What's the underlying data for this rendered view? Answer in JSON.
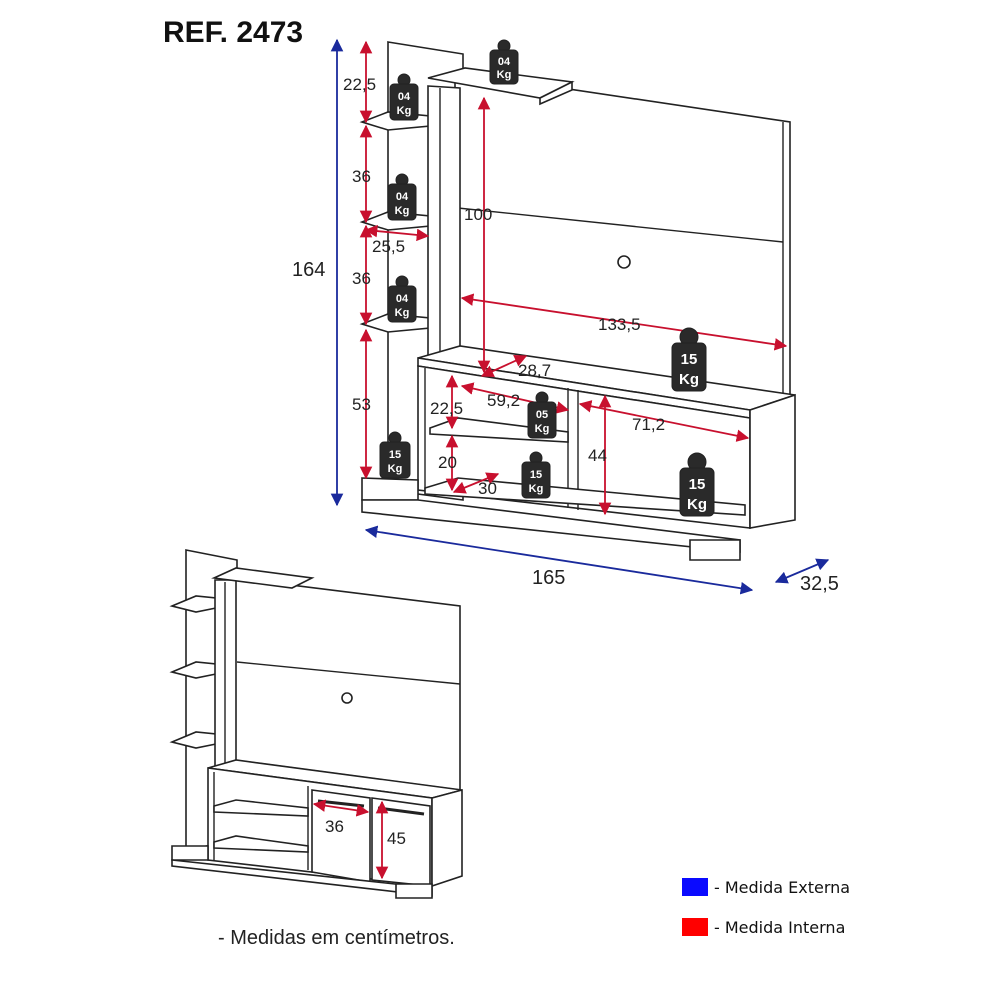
{
  "title": "REF. 2473",
  "colors": {
    "external": "#1a2a9c",
    "internal": "#c8102e",
    "legend_external": "#0a0aff",
    "legend_internal": "#ff0000"
  },
  "external_dimensions": {
    "height": "164",
    "width": "165",
    "depth": "32,5"
  },
  "internal_dimensions": {
    "left_shelf_1": "22,5",
    "left_shelf_2": "36",
    "left_shelf_3": "36",
    "left_bottom": "53",
    "left_shelf_depth": "25,5",
    "panel_height": "100",
    "panel_width": "133,5",
    "rack_depth": "28,7",
    "niche_width": "59,2",
    "niche_top": "22,5",
    "niche_bottom": "20",
    "niche_depth": "30",
    "door_height": "44",
    "door_width": "71,2",
    "door_open_width": "36",
    "door_open_height": "45"
  },
  "weights": {
    "top_shelf": {
      "value": "04",
      "unit": "Kg"
    },
    "left_shelf_1": {
      "value": "04",
      "unit": "Kg"
    },
    "left_shelf_2": {
      "value": "04",
      "unit": "Kg"
    },
    "left_shelf_3": {
      "value": "04",
      "unit": "Kg"
    },
    "left_bottom": {
      "value": "15",
      "unit": "Kg"
    },
    "rack_top": {
      "value": "15",
      "unit": "Kg"
    },
    "niche_shelf": {
      "value": "05",
      "unit": "Kg"
    },
    "niche_bottom": {
      "value": "15",
      "unit": "Kg"
    },
    "door_compartment": {
      "value": "15",
      "unit": "Kg"
    }
  },
  "legend": [
    {
      "label": "- Medida Externa",
      "color": "#0a0aff"
    },
    {
      "label": "- Medida Interna",
      "color": "#ff0000"
    }
  ],
  "note": "- Medidas em centímetros."
}
